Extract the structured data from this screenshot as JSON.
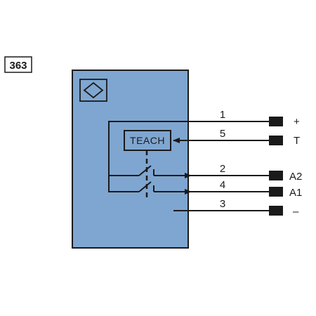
{
  "diagram": {
    "code_label": "363",
    "teach_label": "TEACH",
    "colors": {
      "sensor_body": "#7fa6d0",
      "line": "#1a1a1a",
      "background": "#ffffff"
    },
    "icons": [
      "sensor-diamond-icon"
    ],
    "connections": [
      {
        "pin": "1",
        "signal": "+"
      },
      {
        "pin": "5",
        "signal": "T"
      },
      {
        "pin": "2",
        "signal": "A2"
      },
      {
        "pin": "4",
        "signal": "A1"
      },
      {
        "pin": "3",
        "signal": "–"
      }
    ]
  }
}
